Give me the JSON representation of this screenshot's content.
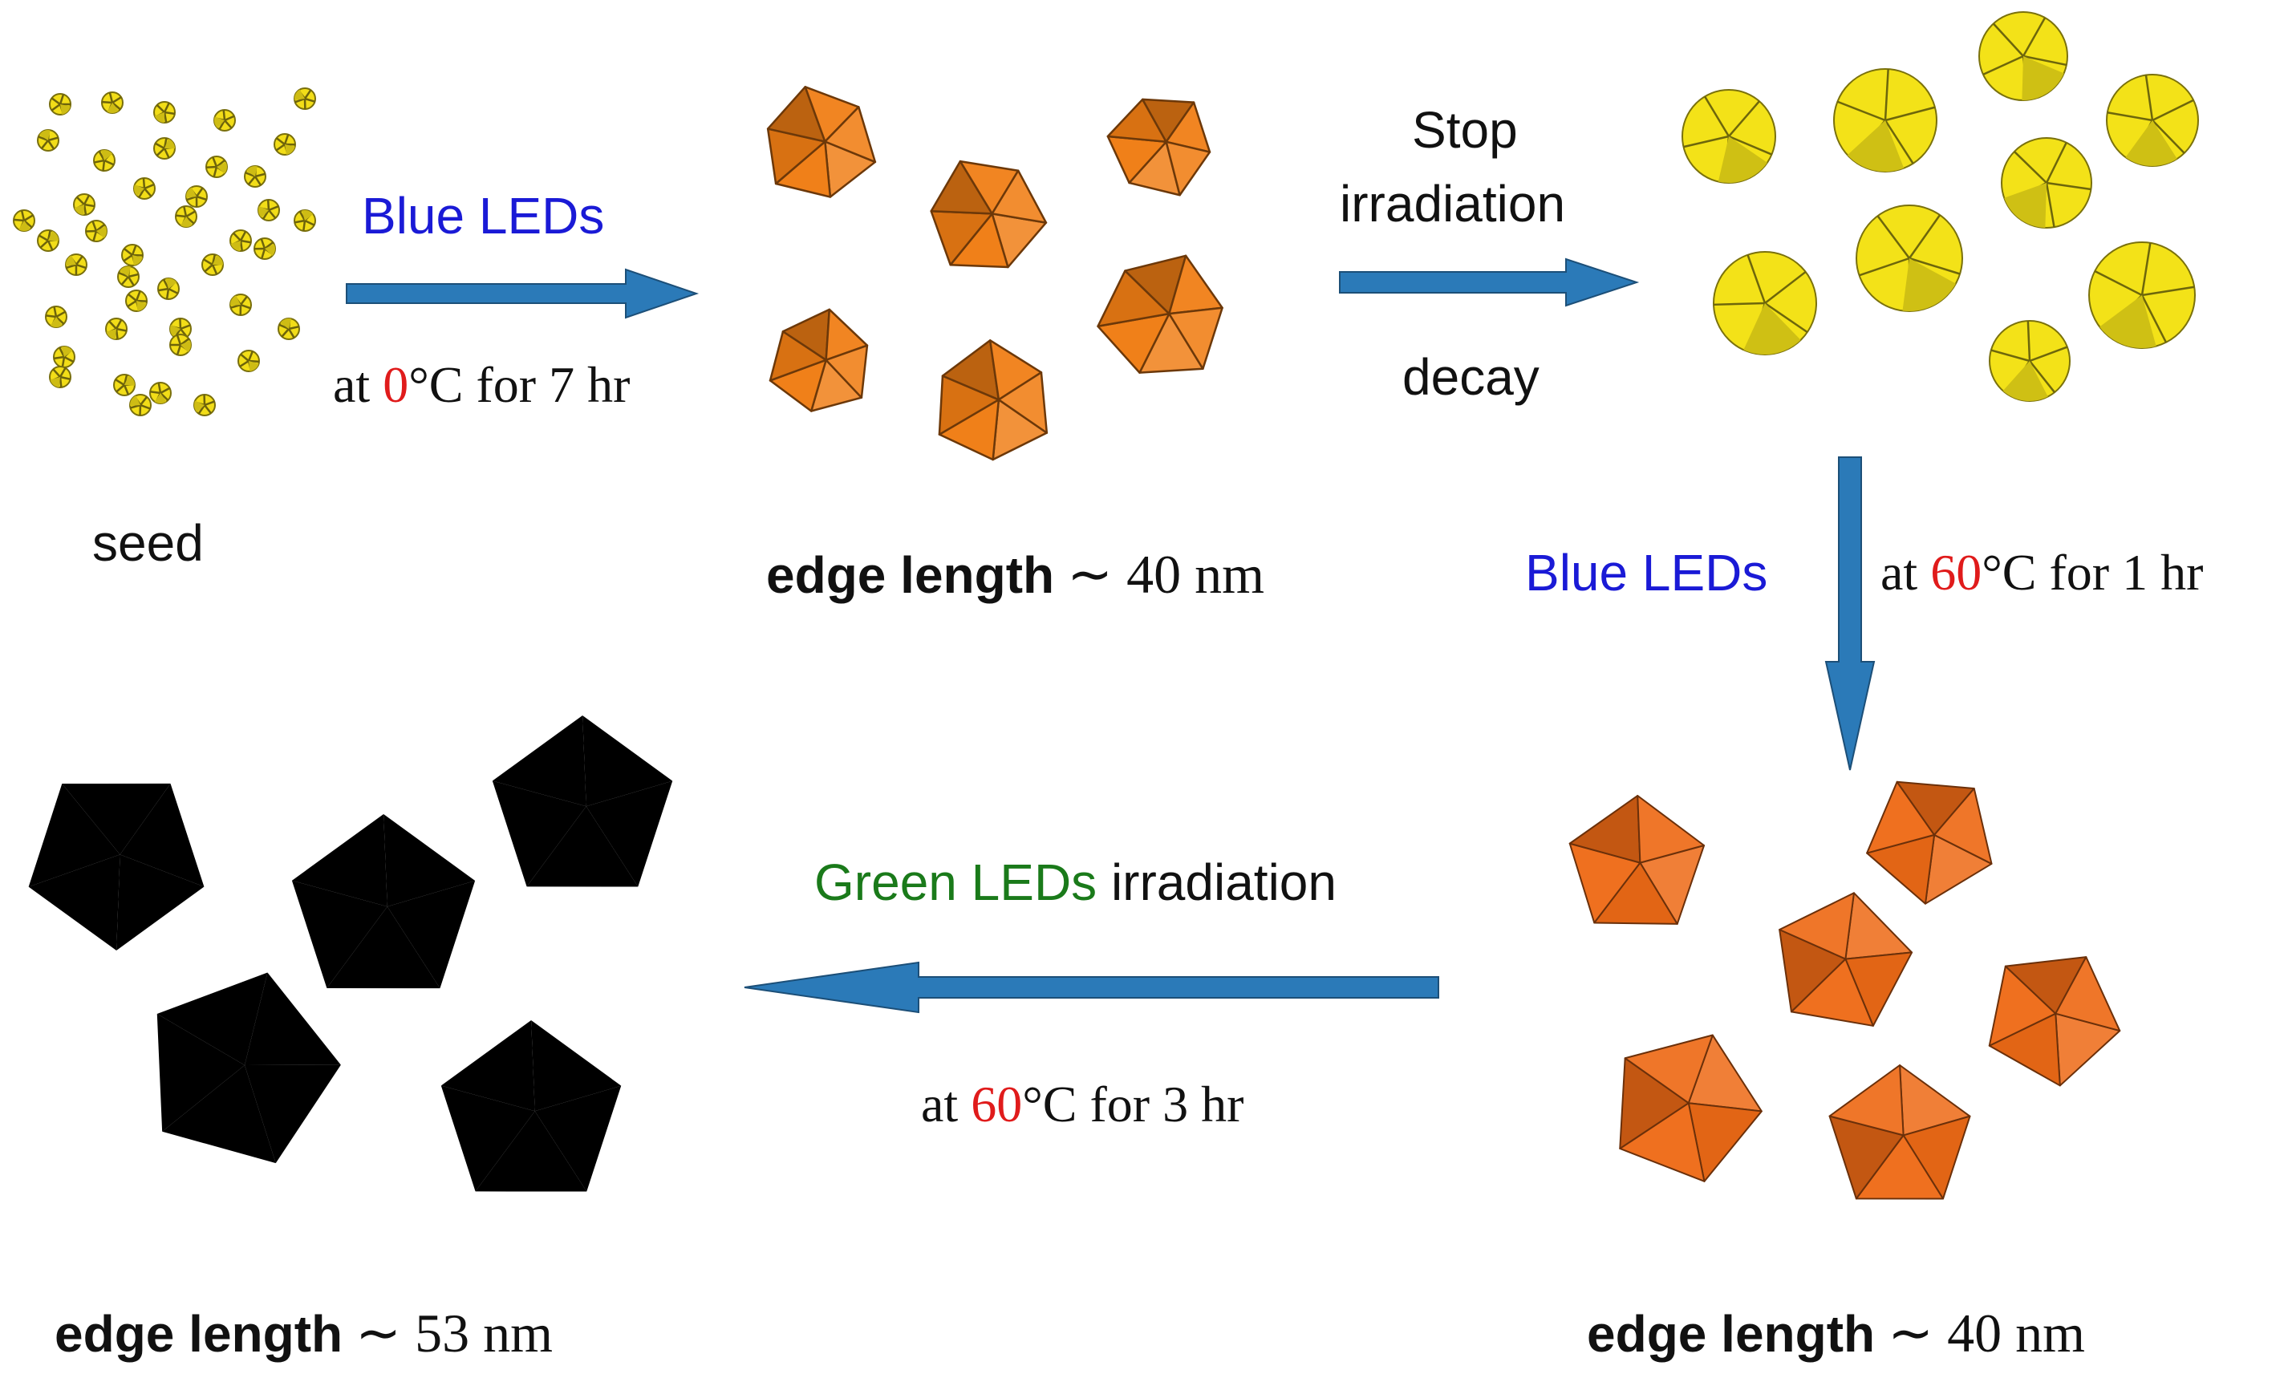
{
  "colors": {
    "seed": "#f2dd18",
    "orange": "#f07d14",
    "yellow": "#f3e218",
    "dark_orange": "#ee6a16",
    "pink": "#f28aab",
    "arrow": "#2b7ab8",
    "blue_text": "#1a1ad6",
    "green_text": "#1a7a1a",
    "red_text": "#e01b1b"
  },
  "labels": {
    "seed": "seed",
    "step1": {
      "led": "Blue LEDs",
      "at": "at ",
      "temp": "0",
      "rest": "°C for 7 hr"
    },
    "step2": {
      "line1": "Stop",
      "line2": "irradiation",
      "line3": "decay"
    },
    "step3": {
      "led": "Blue LEDs",
      "at": "at ",
      "temp": "60",
      "rest": "°C for 1 hr"
    },
    "step4": {
      "led": "Green LEDs",
      "suffix": " irradiation",
      "at": "at ",
      "temp": "60",
      "rest": "°C for 3 hr"
    },
    "edge_a": {
      "label": "edge length",
      "value": "∼ 40 nm"
    },
    "edge_b": {
      "label": "edge length",
      "value": "∼ 40 nm"
    },
    "edge_c": {
      "label": "edge length",
      "value": "∼ 53 nm"
    }
  }
}
